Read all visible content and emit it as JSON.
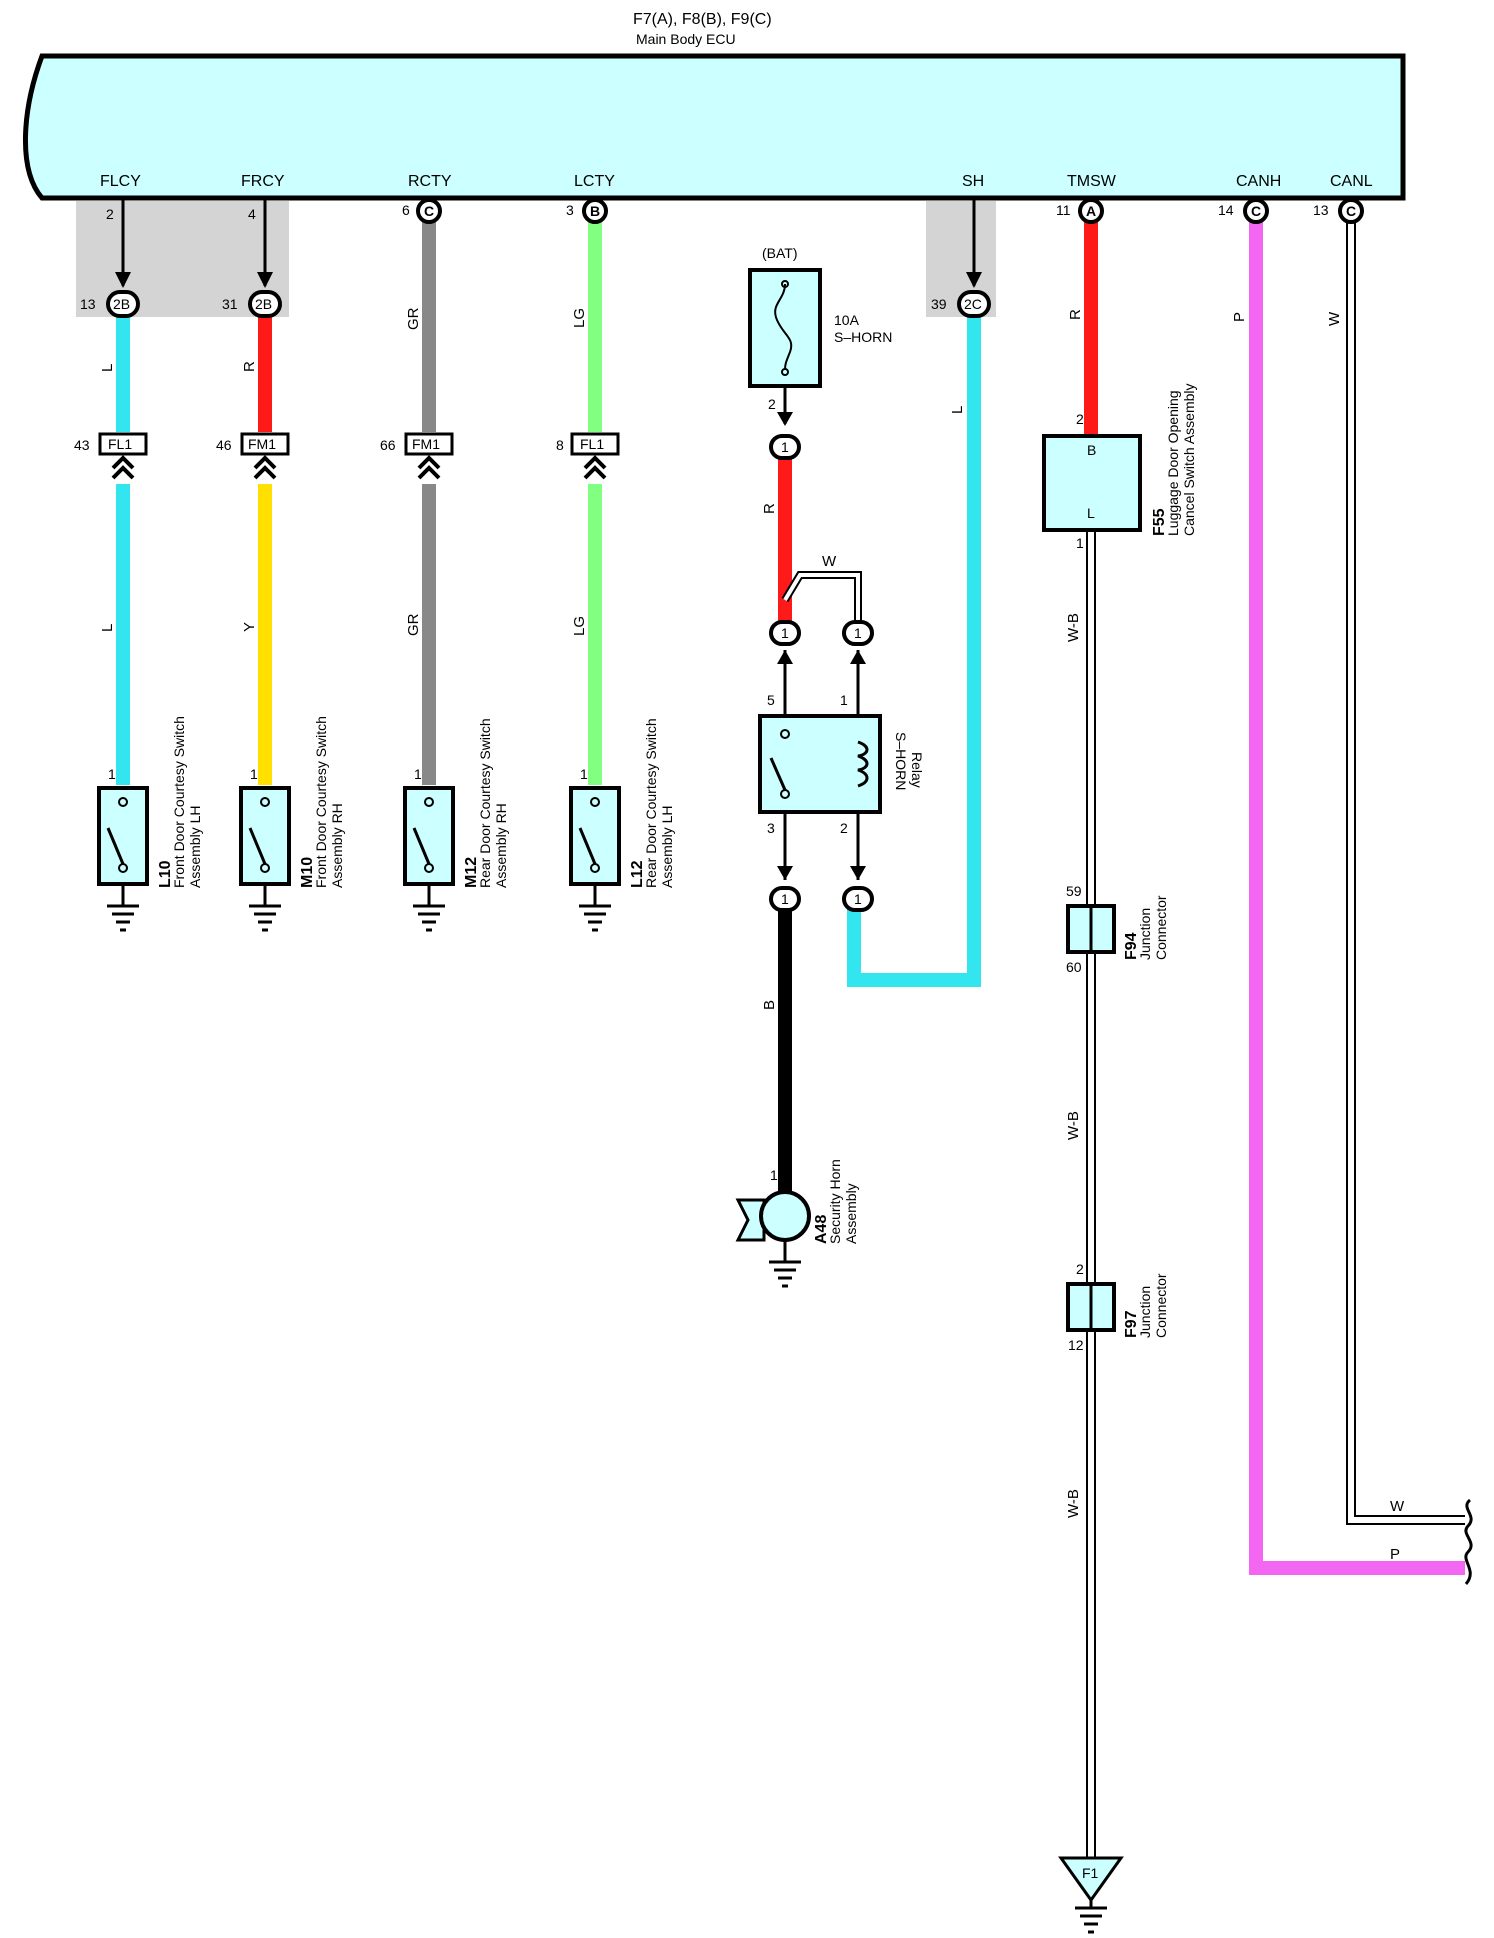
{
  "ecu": {
    "connectors": "F7(A), F8(B), F9(C)",
    "name": "Main Body ECU",
    "fill": "#ccffff"
  },
  "terminals": [
    {
      "name": "FLCY",
      "pin": "2"
    },
    {
      "name": "FRCY",
      "pin": "4"
    },
    {
      "name": "RCTY",
      "pin": "6",
      "conn": "C"
    },
    {
      "name": "LCTY",
      "pin": "3",
      "conn": "B"
    },
    {
      "name": "SH",
      "pin": ""
    },
    {
      "name": "TMSW",
      "pin": "11",
      "conn": "A"
    },
    {
      "name": "CANH",
      "pin": "14",
      "conn": "C"
    },
    {
      "name": "CANL",
      "pin": "13",
      "conn": "C"
    }
  ],
  "junctions": [
    {
      "pin": "13",
      "conn": "2B"
    },
    {
      "pin": "31",
      "conn": "2B"
    },
    {
      "pin": "39",
      "conn": "2C"
    }
  ],
  "inline_connectors": [
    {
      "pin": "43",
      "name": "FL1"
    },
    {
      "pin": "46",
      "name": "FM1"
    },
    {
      "pin": "66",
      "name": "FM1"
    },
    {
      "pin": "8",
      "name": "FL1"
    }
  ],
  "wire_colors": {
    "L": "#33e5ee",
    "R": "#ff1a1a",
    "Y": "#ffe000",
    "GR": "#888888",
    "LG": "#80ff80",
    "P": "#f266f2",
    "B": "#000000",
    "W": "#ffffff",
    "W-B": "#ffffff"
  },
  "wire_labels": {
    "flcy_upper": "L",
    "flcy_lower": "L",
    "frcy_upper": "R",
    "frcy_lower": "Y",
    "rcty_upper": "GR",
    "rcty_lower": "GR",
    "lcty_upper": "LG",
    "lcty_lower": "LG",
    "sh": "L",
    "tmsw": "R",
    "canh": "P",
    "canl": "W",
    "horn_feed": "R",
    "relay_jumper": "W",
    "horn_wire": "B",
    "f55_f94": "W-B",
    "f94_f97": "W-B",
    "f97_ground": "W-B",
    "canl_out": "W",
    "canh_out": "P"
  },
  "switches": [
    {
      "code": "L10",
      "line1": "Front Door Courtesy Switch",
      "line2": "Assembly LH",
      "pin": "1"
    },
    {
      "code": "M10",
      "line1": "Front Door Courtesy Switch",
      "line2": "Assembly RH",
      "pin": "1"
    },
    {
      "code": "M12",
      "line1": "Rear Door Courtesy Switch",
      "line2": "Assembly RH",
      "pin": "1"
    },
    {
      "code": "L12",
      "line1": "Rear Door Courtesy Switch",
      "line2": "Assembly LH",
      "pin": "1"
    }
  ],
  "fuse": {
    "source": "(BAT)",
    "rating": "10A",
    "name": "S–HORN",
    "pin": "2"
  },
  "horn_connectors": {
    "fuse_out": "1",
    "relay_in_5": "1",
    "relay_in_1": "1",
    "relay_out_3": "1",
    "relay_out_2": "1"
  },
  "relay": {
    "name": "S–HORN",
    "type": "Relay",
    "pin5": "5",
    "pin1": "1",
    "pin3": "3",
    "pin2": "2"
  },
  "horn": {
    "code": "A48",
    "line1": "Security Horn",
    "line2": "Assembly",
    "pin": "1"
  },
  "f55": {
    "code": "F55",
    "line1": "Luggage Door Opening",
    "line2": "Cancel Switch Assembly",
    "pin_in": "2",
    "pin_out": "1",
    "term_b": "B",
    "term_l": "L"
  },
  "f94": {
    "code": "F94",
    "line1": "Junction",
    "line2": "Connector",
    "pin_in": "59",
    "pin_out": "60"
  },
  "f97": {
    "code": "F97",
    "line1": "Junction",
    "line2": "Connector",
    "pin_in": "2",
    "pin_out": "12"
  },
  "ground": {
    "label": "F1"
  }
}
